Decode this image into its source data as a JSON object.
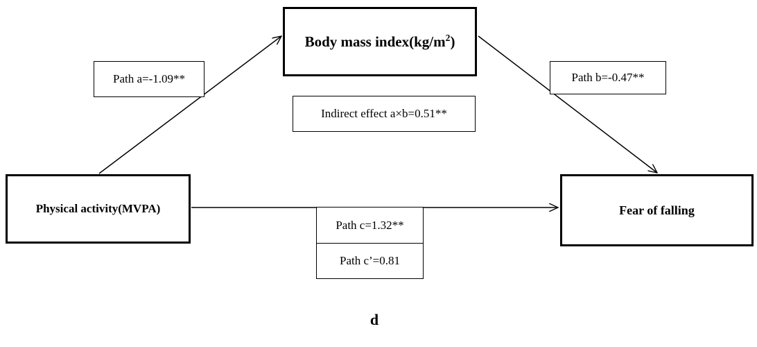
{
  "nodes": {
    "mediator": {
      "label": "Body mass index(kg/m",
      "sup": "2",
      "suffix": ")"
    },
    "predictor": {
      "label": "Physical activity(MVPA)"
    },
    "outcome": {
      "label": "Fear of falling"
    }
  },
  "paths": {
    "a": "Path a=-1.09**",
    "b": "Path b=-0.47**",
    "indirect": "Indirect effect a×b=0.51**",
    "c": "Path c=1.32**",
    "c_prime": "Path c’=0.81"
  },
  "panel_label": "d"
}
